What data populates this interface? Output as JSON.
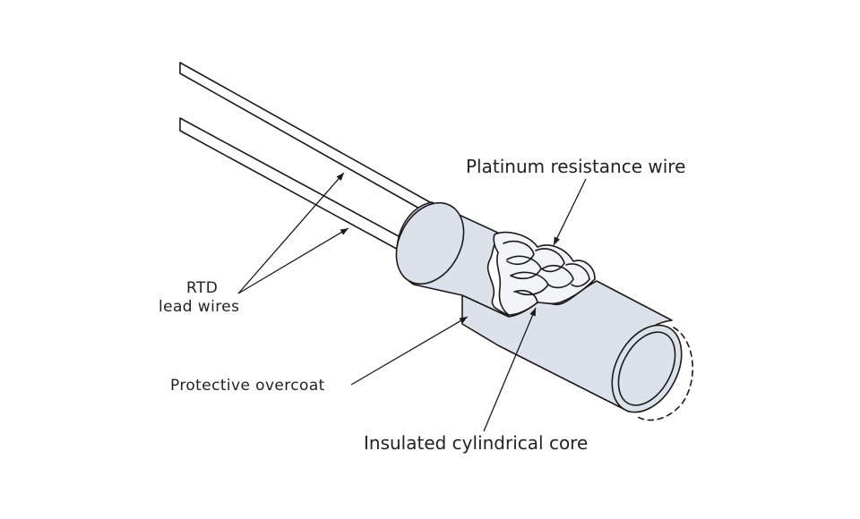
{
  "labels": {
    "platinum_wire": "Platinum resistance wire",
    "rtd_line1": "RTD",
    "rtd_line2": "lead wires",
    "overcoat": "Protective overcoat",
    "core": "Insulated cylindrical core"
  },
  "colors": {
    "body_fill": "#dde2ea",
    "coil_fill": "#f2f4f7",
    "wire_fill": "#ffffff",
    "line": "#1a1a1a"
  }
}
